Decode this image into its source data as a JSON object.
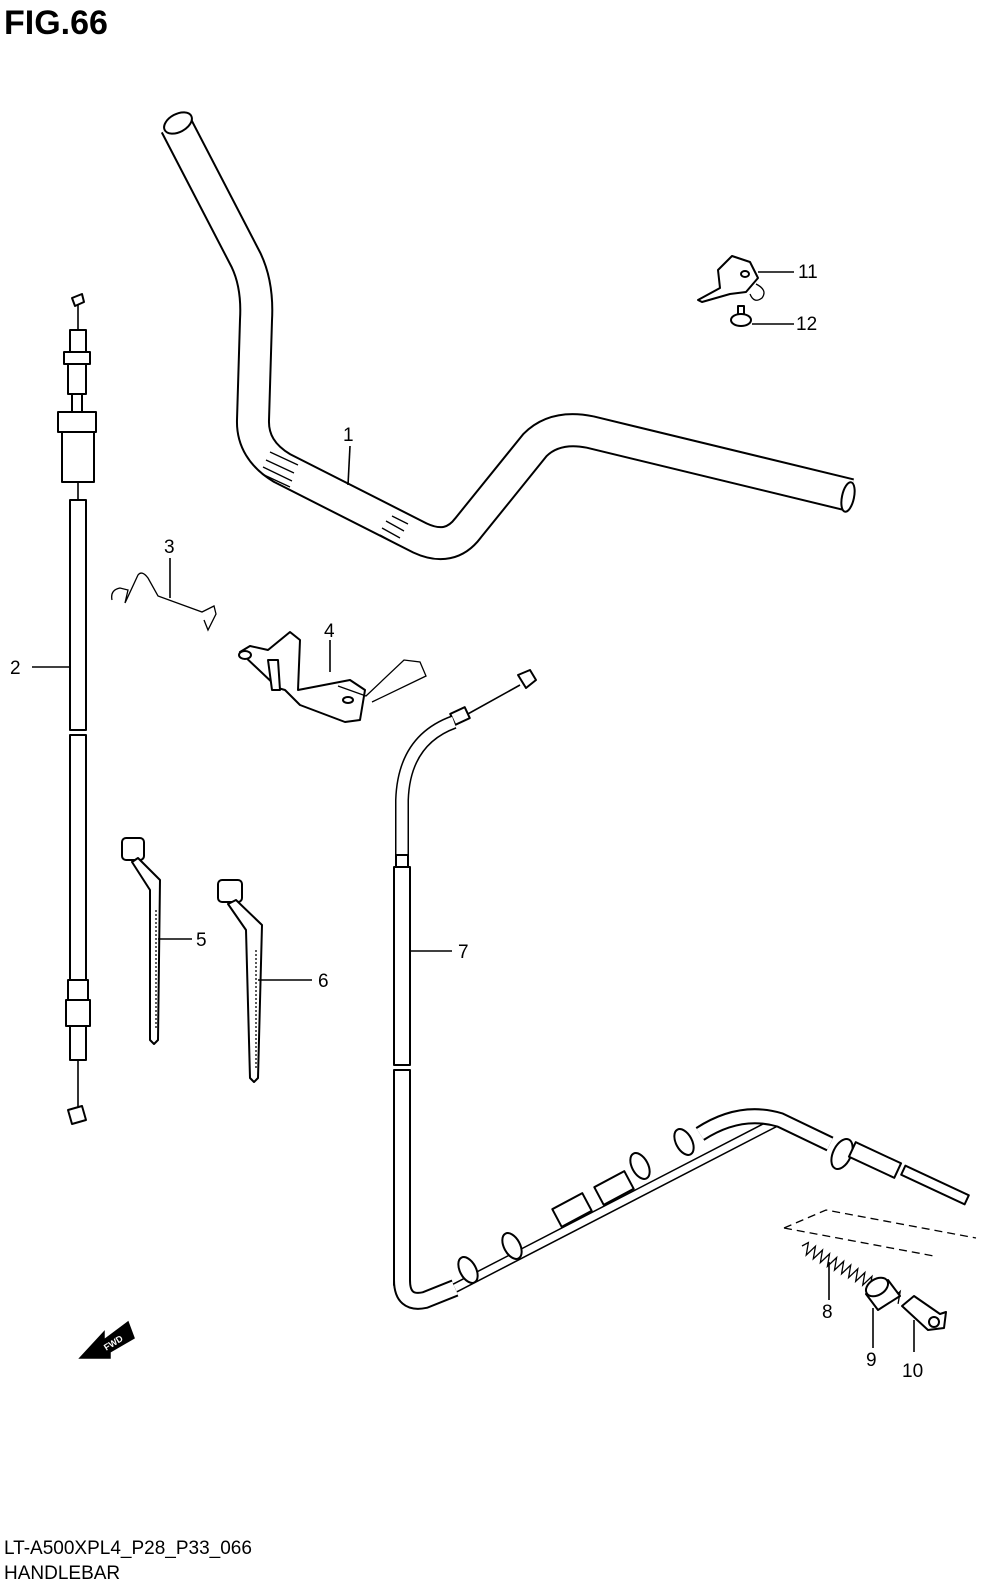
{
  "figure": {
    "title": "FIG.66",
    "code": "LT-A500XPL4_P28_P33_066",
    "name": "HANDLEBAR"
  },
  "direction_badge": {
    "text": "FWD",
    "icon": "forward-arrow-icon"
  },
  "callouts": {
    "p1": "1",
    "p2": "2",
    "p3": "3",
    "p4": "4",
    "p5": "5",
    "p6": "6",
    "p7": "7",
    "p8": "8",
    "p9": "9",
    "p10": "10",
    "p11": "11",
    "p12": "12"
  }
}
